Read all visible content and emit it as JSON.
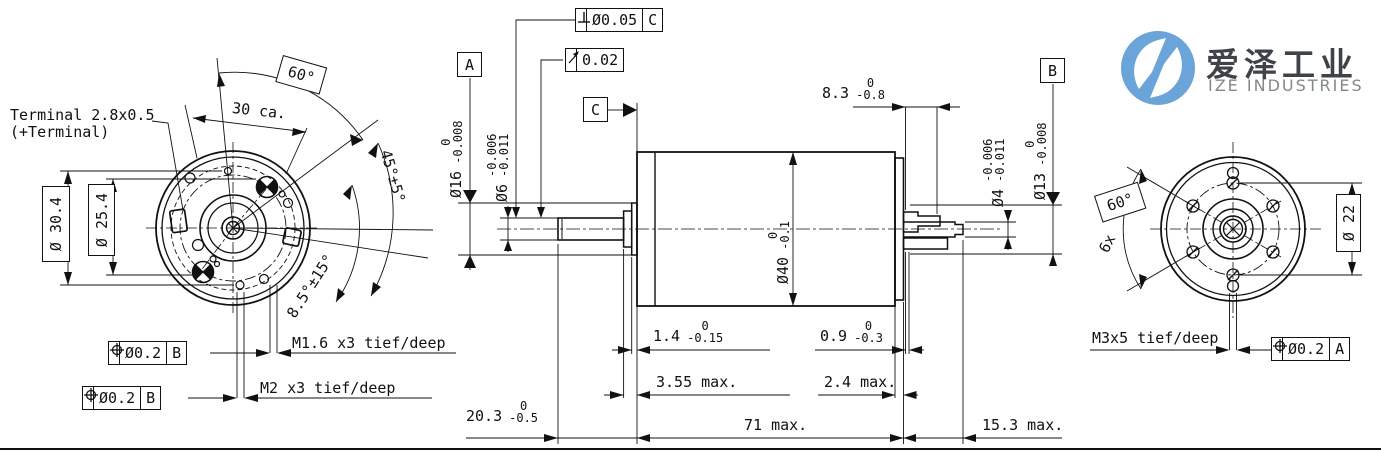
{
  "left_view": {
    "terminal_note_line1": "Terminal 2.8x0.5",
    "terminal_note_line2": "(+Terminal)",
    "angle_dim_60": "60°",
    "chord_dim": "30 ca.",
    "angle_dim_45": "45°±5°",
    "angle_dim_85": "8.5°±15°",
    "dia_bolt_circle_outer": "Ø 30.4",
    "dia_bolt_circle_inner": "Ø 25.4",
    "fcf_m16": {
      "tol": "Ø0.2",
      "datum": "B"
    },
    "fcf_m2": {
      "tol": "Ø0.2",
      "datum": "B"
    },
    "thread_m16": "M1.6 x3 tief/deep",
    "thread_m2": "M2 x3 tief/deep"
  },
  "side_view": {
    "datum_a": "A",
    "datum_b": "B",
    "datum_c": "C",
    "fcf_perp": {
      "tol": "Ø0.05",
      "datum": "C"
    },
    "fcf_runout": {
      "tol": "0.02"
    },
    "dia16": {
      "main": "Ø16",
      "upper": "0",
      "lower": "-0.008"
    },
    "dia6": {
      "main": "Ø6",
      "upper": "-0.006",
      "lower": "-0.011"
    },
    "dim83": {
      "main": "8.3",
      "upper": "0",
      "lower": "-0.8"
    },
    "dia4": {
      "main": "Ø4",
      "upper": "-0.006",
      "lower": "-0.011"
    },
    "dia13": {
      "main": "Ø13",
      "upper": "0",
      "lower": "-0.008"
    },
    "dia40": {
      "main": "Ø40",
      "upper": "0",
      "lower": "-0.1"
    },
    "dim14": {
      "main": "1.4",
      "upper": "0",
      "lower": "-0.15"
    },
    "dim09": {
      "main": "0.9",
      "upper": "0",
      "lower": "-0.3"
    },
    "dim355": "3.55 max.",
    "dim24": "2.4 max.",
    "dim203": {
      "main": "20.3",
      "upper": "0",
      "lower": "-0.5"
    },
    "dim71": "71 max.",
    "dim153": "15.3 max."
  },
  "right_view": {
    "hole_count": "6x",
    "angle_dim_60": "60°",
    "dia_bolt_circle": "Ø 22",
    "thread_m3": "M3x5 tief/deep",
    "fcf_m3": {
      "tol": "Ø0.2",
      "datum": "A"
    }
  },
  "logo": {
    "name_cn": "爱泽工业",
    "name_en": "IZE INDUSTRIES"
  },
  "symbols": {
    "position": "position-target",
    "perpendicularity": "perpendicular",
    "runout": "runout-arrow"
  },
  "colors": {
    "line": "#111111",
    "logo_blue": "#6aa4d8",
    "logo_dark": "#3f4347",
    "logo_gray": "#83888c"
  }
}
